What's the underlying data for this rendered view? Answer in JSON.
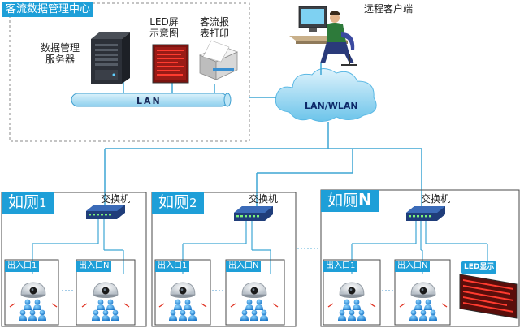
{
  "data_center": {
    "title": "客流数据管理中心",
    "server_label": "数据管理\n服务器",
    "led_label": "LED屏\n示意图",
    "printer_label": "客流报\n表打印",
    "lan_label": "LAN"
  },
  "remote_client_label": "远程客户端",
  "cloud_label": "LAN/WLAN",
  "sites": [
    {
      "name": "如厕",
      "number": "1",
      "switch_label": "交换机",
      "entry_a": "出入口1",
      "entry_b": "出入口N"
    },
    {
      "name": "如厕",
      "number": "2",
      "switch_label": "交换机",
      "entry_a": "出入口1",
      "entry_b": "出入口N"
    },
    {
      "name": "如厕",
      "number": "N",
      "switch_label": "交换机",
      "entry_a": "出入口1",
      "entry_b": "出入口N",
      "led_display": "LED显示"
    }
  ],
  "icons": [
    "server-icon",
    "led-screen-icon",
    "printer-icon",
    "remote-user-icon",
    "network-cloud-icon",
    "switch-icon",
    "dome-camera-icon",
    "people-counter-icon"
  ],
  "colors": {
    "accent": "#1e9fd8",
    "line": "#3ea6d4",
    "led_red": "#e8322b"
  }
}
